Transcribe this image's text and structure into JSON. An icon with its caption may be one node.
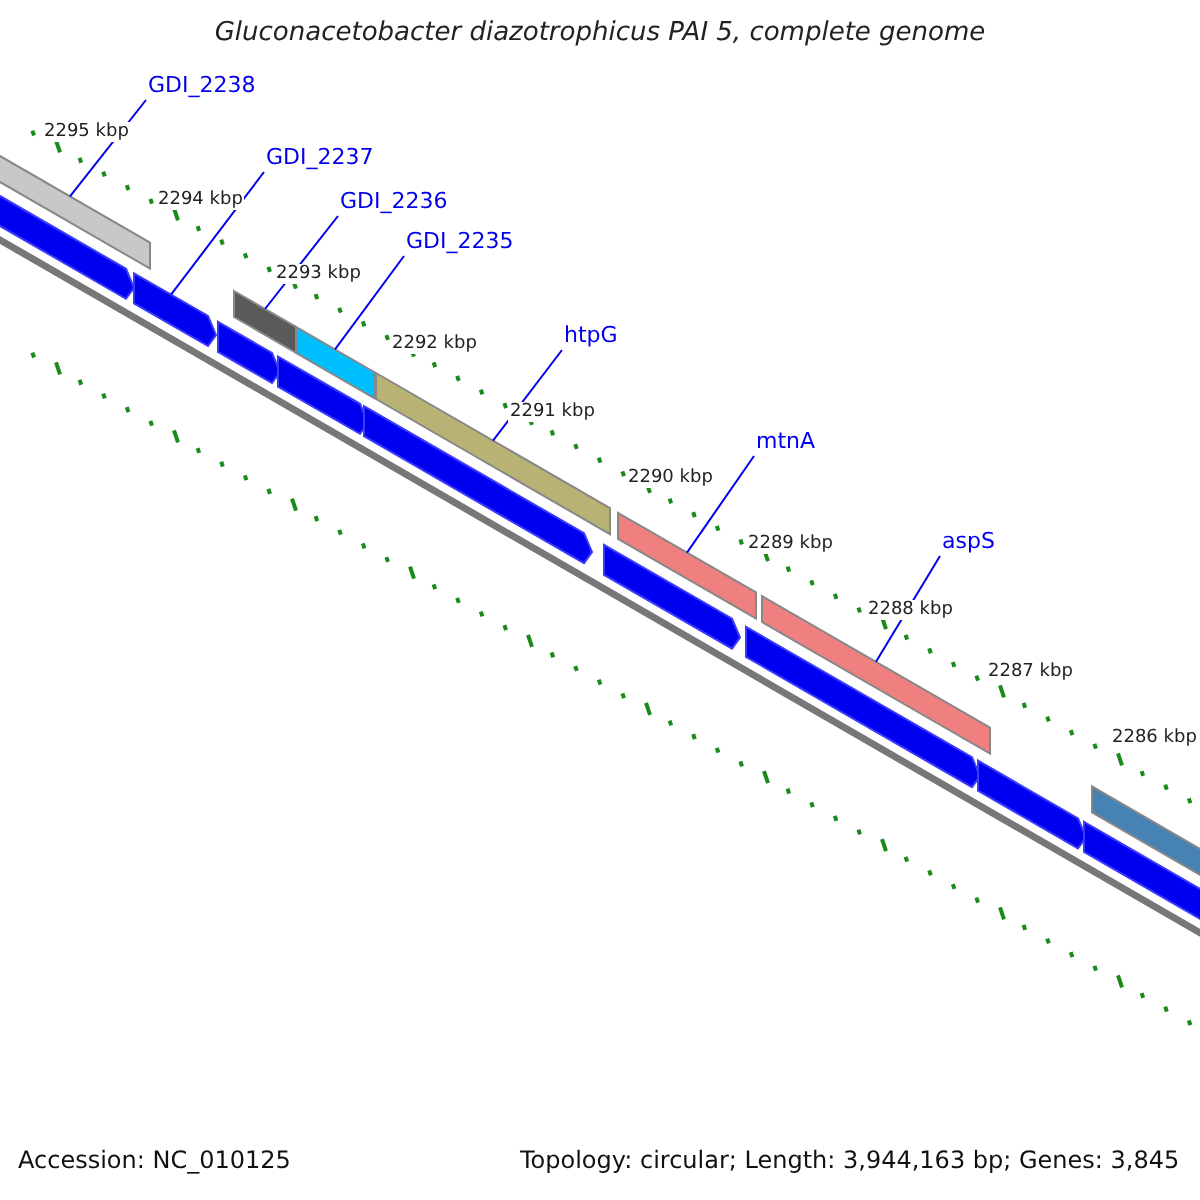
{
  "diagram": {
    "title": "Gluconacetobacter diazotrophicus PAI 5, complete genome",
    "nodes": [
      {
        "text": [
          "GDI_2238"
        ]
      },
      {
        "text": [
          "GDI_2237"
        ]
      },
      {
        "text": [
          "GDI_2236"
        ]
      },
      {
        "text": [
          "GDI_2235"
        ]
      },
      {
        "text": [
          "htpG"
        ]
      },
      {
        "text": [
          "mtnA"
        ]
      },
      {
        "text": [
          "aspS"
        ]
      },
      {
        "text": [],
        "shape": "bar"
      },
      {
        "text": [],
        "shape": "pentagon"
      },
      {
        "text": [],
        "shape": "bar"
      },
      {
        "text": [],
        "shape": "bar"
      },
      {
        "text": [],
        "shape": "bar"
      },
      {
        "text": [],
        "shape": "bar"
      },
      {
        "text": [],
        "shape": "bar"
      },
      {
        "text": [],
        "shape": "pentagon"
      },
      {
        "text": [],
        "shape": "pentagon"
      },
      {
        "text": [],
        "shape": "pentagon"
      },
      {
        "text": [],
        "shape": "pentagon"
      },
      {
        "text": [],
        "shape": "pentagon"
      },
      {
        "text": [],
        "shape": "pentagon"
      },
      {
        "text": [],
        "shape": "pentagon"
      },
      {
        "text": [],
        "shape": "pentagon"
      },
      {
        "text": [],
        "shape": "bar"
      }
    ],
    "edges": [
      {
        "from": 0,
        "to": 7,
        "arrow": "none"
      },
      {
        "from": 1,
        "to": 8,
        "arrow": "none"
      },
      {
        "from": 2,
        "to": 9,
        "arrow": "none"
      },
      {
        "from": 3,
        "to": 10,
        "arrow": "none"
      },
      {
        "from": 4,
        "to": 11,
        "arrow": "none"
      },
      {
        "from": 5,
        "to": 12,
        "arrow": "none"
      },
      {
        "from": 6,
        "to": 13,
        "arrow": "none"
      }
    ],
    "labels": [
      "2295 kbp",
      "2294 kbp",
      "2293 kbp",
      "2292 kbp",
      "2291 kbp",
      "2290 kbp",
      "2289 kbp",
      "2288 kbp",
      "2287 kbp",
      "2286 kbp",
      "Accession: NC_010125",
      "Topology: circular; Length: 3,944,163 bp; Genes: 3,845"
    ]
  }
}
